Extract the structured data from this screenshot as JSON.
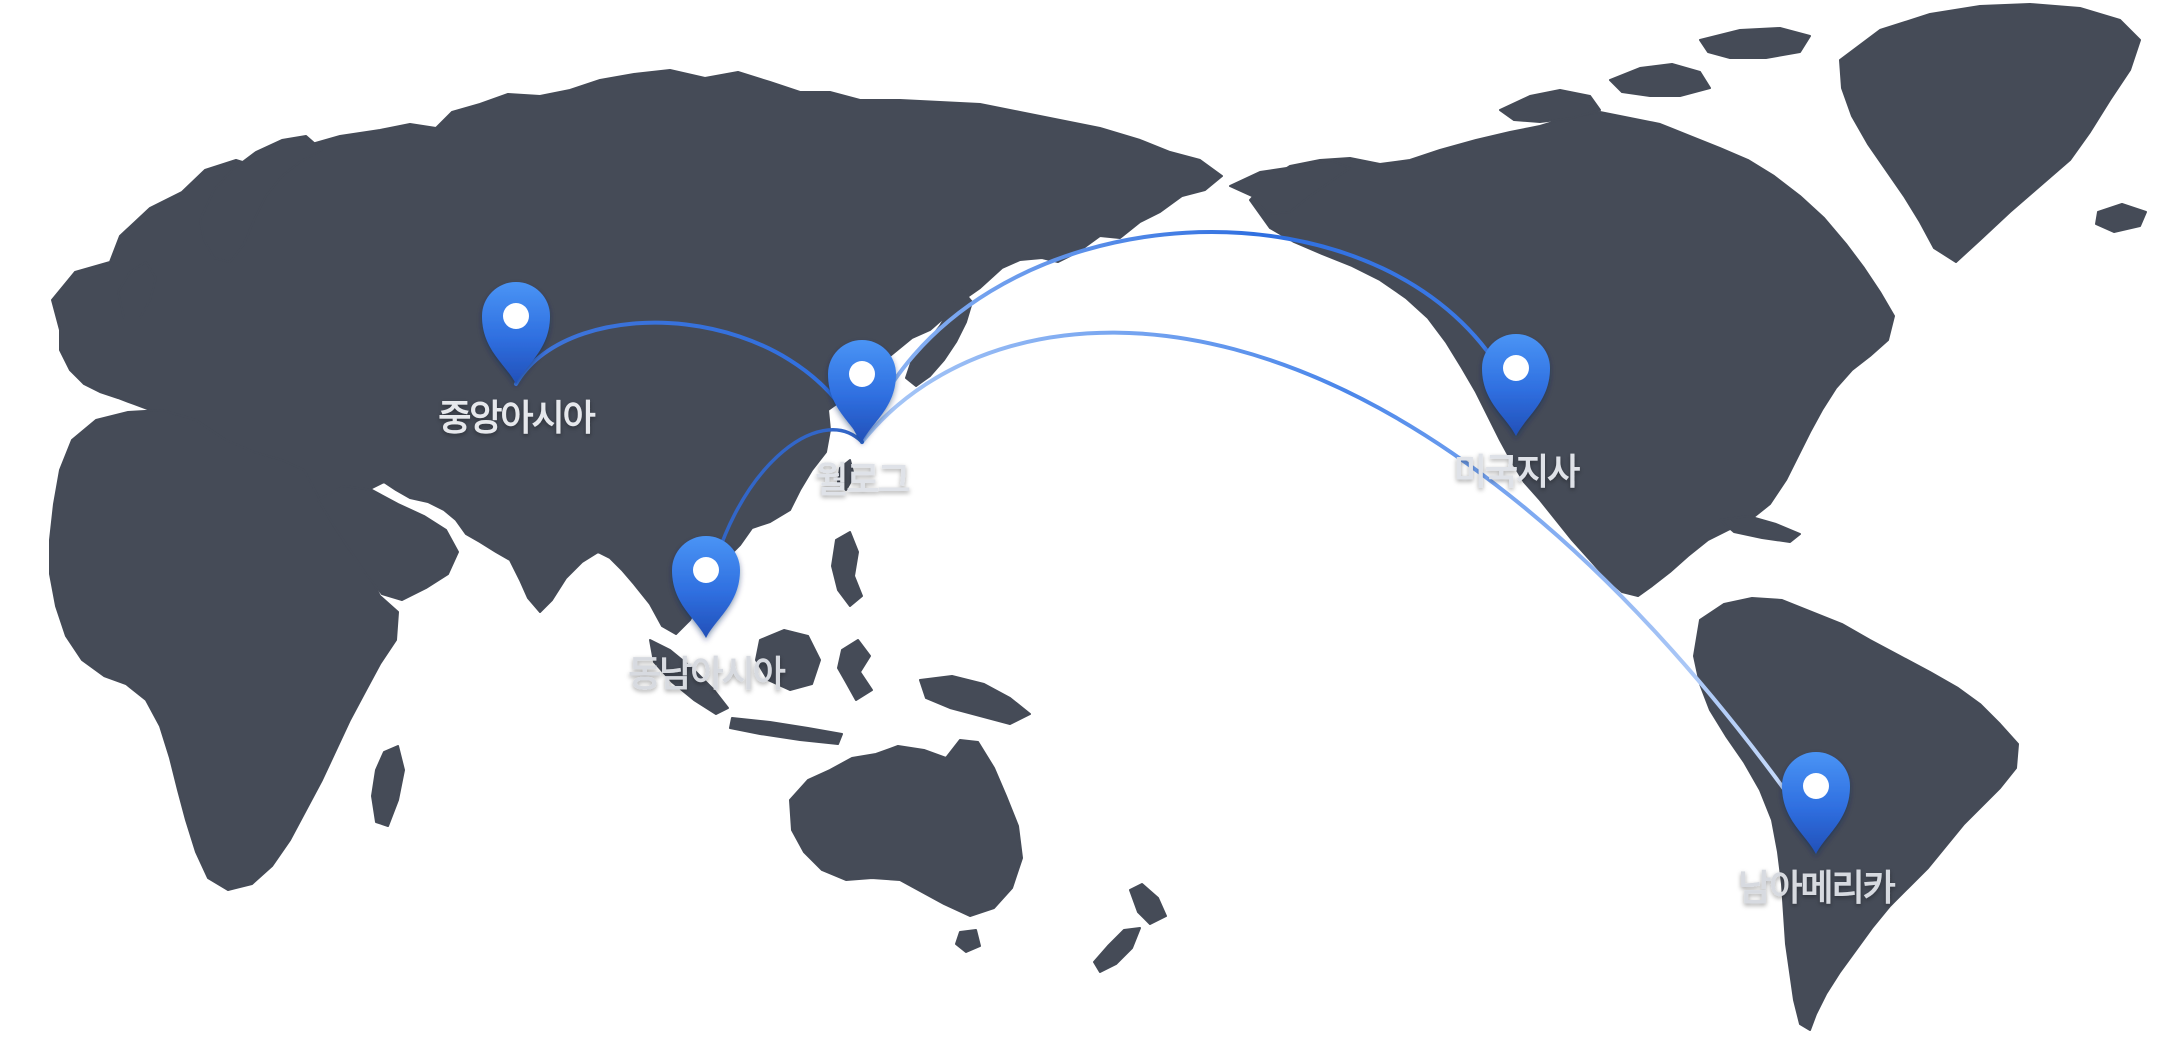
{
  "map": {
    "land_color": "#454b57",
    "background": "#ffffff",
    "route_color": "#2f6fe0",
    "pin_color": "#2f6fe0",
    "pin_icon": "location-pin-icon"
  },
  "locations": [
    {
      "id": "central-asia",
      "label": "중앙아시아"
    },
    {
      "id": "hq",
      "label": "월로그"
    },
    {
      "id": "usa",
      "label": "미국지사"
    },
    {
      "id": "southeast-asia",
      "label": "동남아시아"
    },
    {
      "id": "south-america",
      "label": "남아메리카"
    }
  ]
}
